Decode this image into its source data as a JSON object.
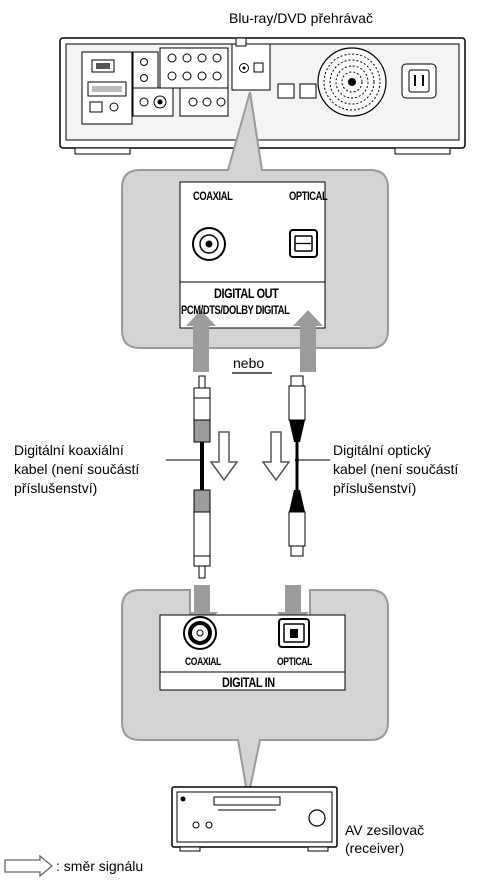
{
  "player_label": "Blu-ray/DVD přehrávač",
  "digital_out": {
    "coaxial": "COAXIAL",
    "optical": "OPTICAL",
    "title": "DIGITAL OUT",
    "formats": "PCM/DTS/DOLBY DIGITAL"
  },
  "or_label": "nebo",
  "left_cable": {
    "line1": "Digitální koaxiální",
    "line2": "kabel (není součástí",
    "line3": "příslušenství)"
  },
  "right_cable": {
    "line1": "Digitální optický",
    "line2": "kabel (není součástí",
    "line3": "příslušenství)"
  },
  "digital_in": {
    "coaxial": "COAXIAL",
    "optical": "OPTICAL",
    "title": "DIGITAL IN"
  },
  "amplifier": {
    "line1": "AV zesilovač",
    "line2": "(receiver)"
  },
  "legend": {
    "text": ": směr signálu"
  }
}
